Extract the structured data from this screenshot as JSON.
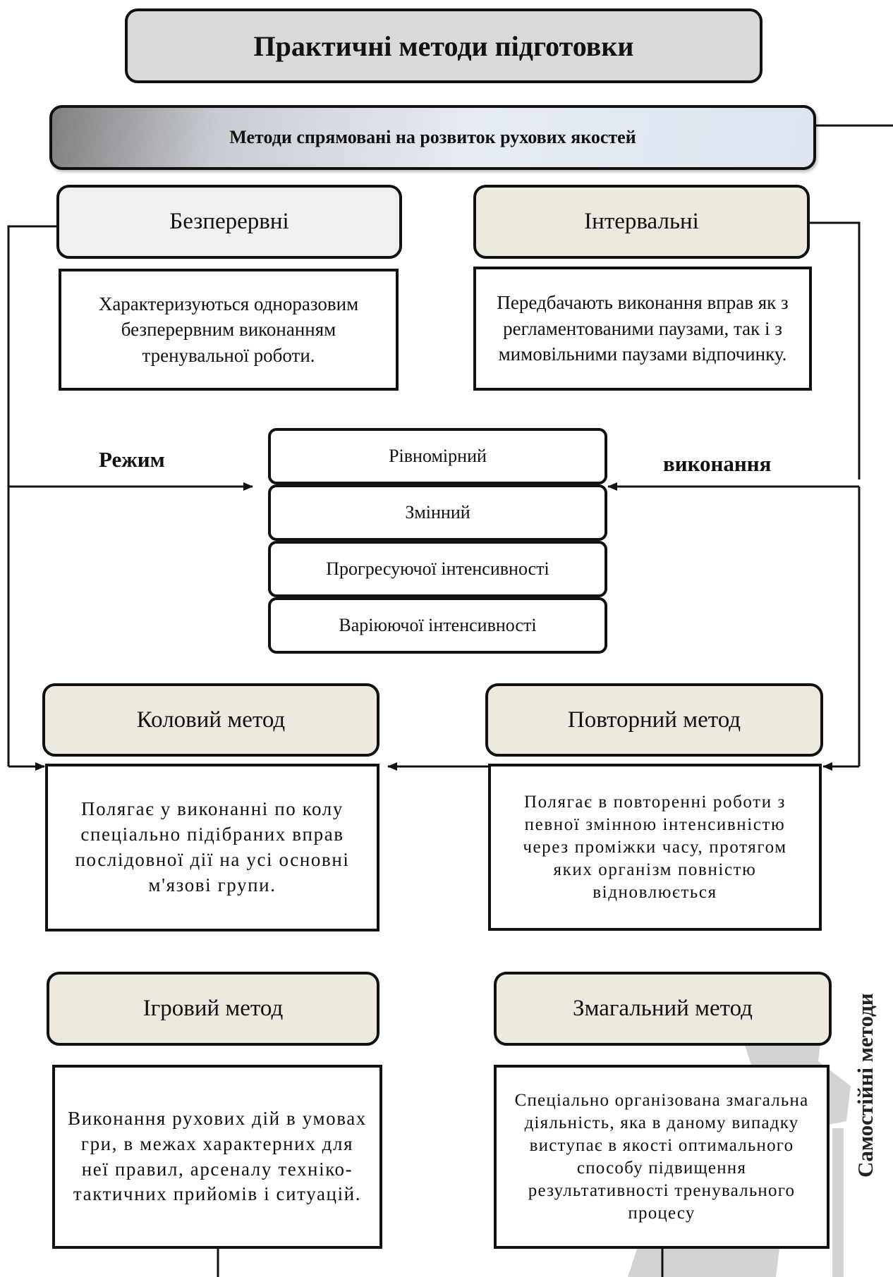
{
  "title": "Практичні методи підготовки",
  "banner": "Методи спрямовані на розвиток рухових якостей",
  "continuous": {
    "head": "Безперервні",
    "desc": "Характеризуються одноразовим безперервним виконанням тренувальної роботи."
  },
  "interval": {
    "head": "Інтервальні",
    "desc": "Передбачають виконання вправ як з регламентованими паузами, так і з мимовільними паузами відпочинку."
  },
  "mode_label_left": "Режим",
  "mode_label_right": "виконання",
  "modes": [
    "Рівномірний",
    "Змінний",
    "Прогресуючої інтенсивності",
    "Варіюючої інтенсивності"
  ],
  "circuit": {
    "head": "Коловий метод",
    "desc": "Полягає у виконанні по колу спеціально підібраних вправ послідовної дії на усі основні м'язові групи."
  },
  "repeated": {
    "head": "Повторний метод",
    "desc": "Полягає в повторенні роботи з певної змінною інтенсивністю через проміжки часу, протягом яких організм повністю відновлюється"
  },
  "game": {
    "head": "Ігровий метод",
    "desc": "Виконання рухових дій в умовах гри, в межах характерних для неї правил, арсеналу техніко-тактичних прийомів і ситуацій."
  },
  "competitive": {
    "head": "Змагальний метод",
    "desc": "Спеціально організована змагальна діяльність, яка в даному випадку виступає в якості оптимального способу підвищення результативності тренувального процесу"
  },
  "side_label": "Самостійні методи"
}
